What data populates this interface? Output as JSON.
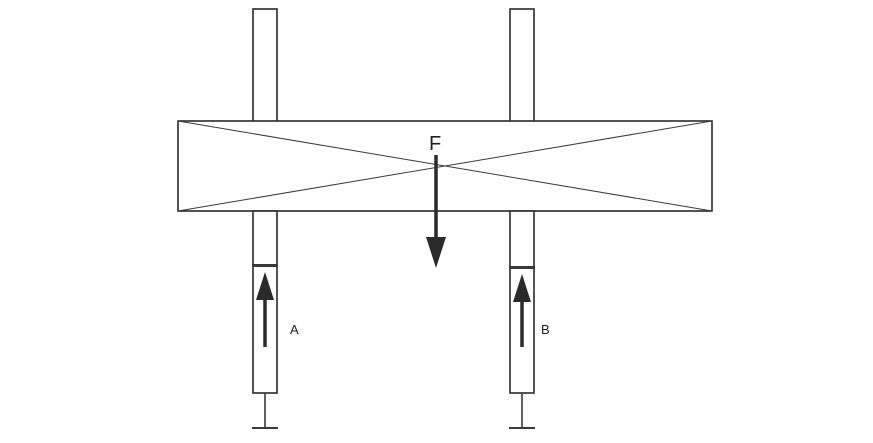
{
  "labels": {
    "force": "F",
    "support_a": "A",
    "support_b": "B"
  },
  "colors": {
    "line": "#2a2a2a",
    "background": "#ffffff"
  }
}
